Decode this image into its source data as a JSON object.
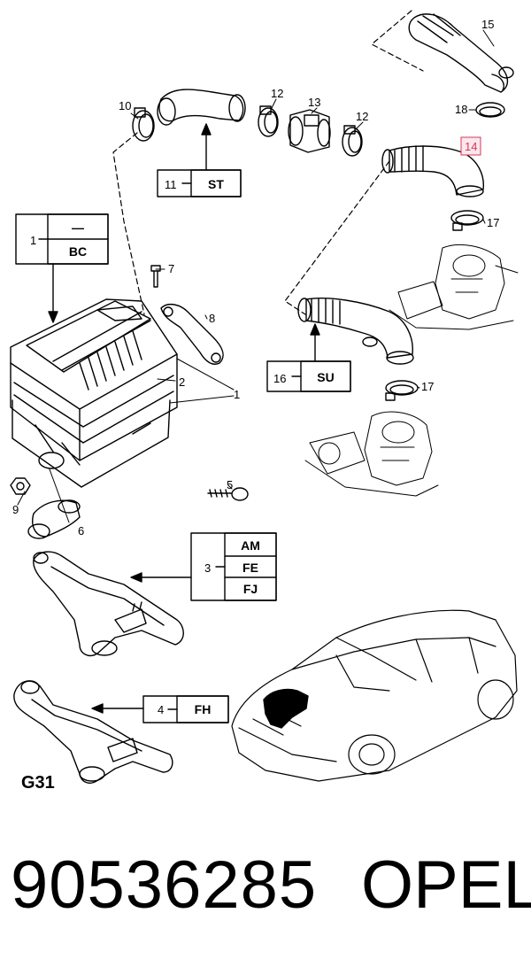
{
  "page": {
    "diagram_code": "G31",
    "part_number": "90536285",
    "brand": "OPEL"
  },
  "callouts": {
    "n1": "1",
    "n1b": "1",
    "n2": "2",
    "n3": "3",
    "n4": "4",
    "n5": "5",
    "n6": "6",
    "n7": "7",
    "n8": "8",
    "n9": "9",
    "n10": "10",
    "n11": "11",
    "n12a": "12",
    "n12b": "12",
    "n13": "13",
    "n14": "14",
    "n15": "15",
    "n16": "16",
    "n17a": "17",
    "n17b": "17",
    "n18": "18"
  },
  "code_boxes": {
    "box1_top": "—",
    "box1_bottom": "BC",
    "box3_a": "AM",
    "box3_b": "FE",
    "box3_c": "FJ",
    "box4": "FH",
    "box11": "ST",
    "box16": "SU"
  },
  "colors": {
    "highlight": "#d43a5a",
    "line": "#000000"
  }
}
